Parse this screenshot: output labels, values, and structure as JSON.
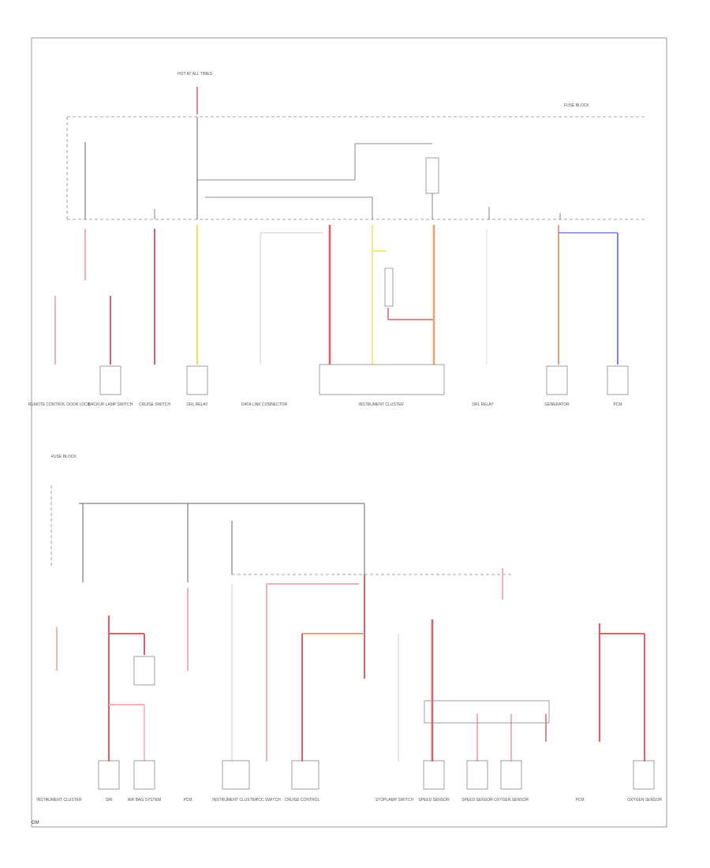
{
  "frame_labels": {
    "hot_at_all_times": "HOT AT ALL TIMES",
    "fuse_block_top": "FUSE BLOCK",
    "fuse_block_bottom": "FUSE BLOCK",
    "instrument_cluster": "INSTRUMENT CLUSTER",
    "footer": "GM"
  },
  "top_components": [
    "REMOTE CONTROL DOOR LOCK",
    "BACKUP LAMP SWITCH",
    "CRUISE SWITCH",
    "DRL RELAY",
    "DATA LINK CONNECTOR",
    "INSTRUMENT CLUSTER",
    "DRL RELAY",
    "GENERATOR",
    "PCM"
  ],
  "bottom_components": [
    "INSTRUMENT CLUSTER",
    "SIR",
    "PCM",
    "AIR BAG SYSTEM",
    "INSTRUMENT CLUSTER",
    "TCC SWITCH",
    "CRUISE CONTROL",
    "STOPLAMP SWITCH",
    "SPEED SENSOR",
    "SPEED SENSOR",
    "OXYGEN SENSOR",
    "PCM",
    "OXYGEN SENSOR"
  ],
  "colors": {
    "pink": "#f0b0b8",
    "red": "#e85a6a",
    "yellow": "#f0e060",
    "orange": "#f0a070",
    "blue": "#8080e0",
    "dash": "#888888",
    "frame": "#999999"
  }
}
